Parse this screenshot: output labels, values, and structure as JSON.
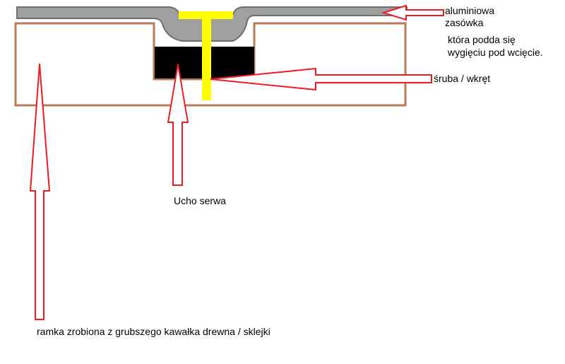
{
  "labels": {
    "aluminium_line1": "aluminiowa",
    "aluminium_line2": "zasówka",
    "bend_line1": "która podda się",
    "bend_line2": "wygięciu pod wcięcie.",
    "screw": "śruba / wkręt",
    "servo_horn": "Ucho serwa",
    "frame": "ramka zrobiona z grubszego kawałka drewna / sklejki"
  },
  "colors": {
    "frame": "#b97a57",
    "aluminium": "#a0a0a0",
    "aluminium_outline": "#6f6f6f",
    "servo_horn": "#000000",
    "screw": "#ffff00",
    "arrow": "#ed1c24"
  }
}
